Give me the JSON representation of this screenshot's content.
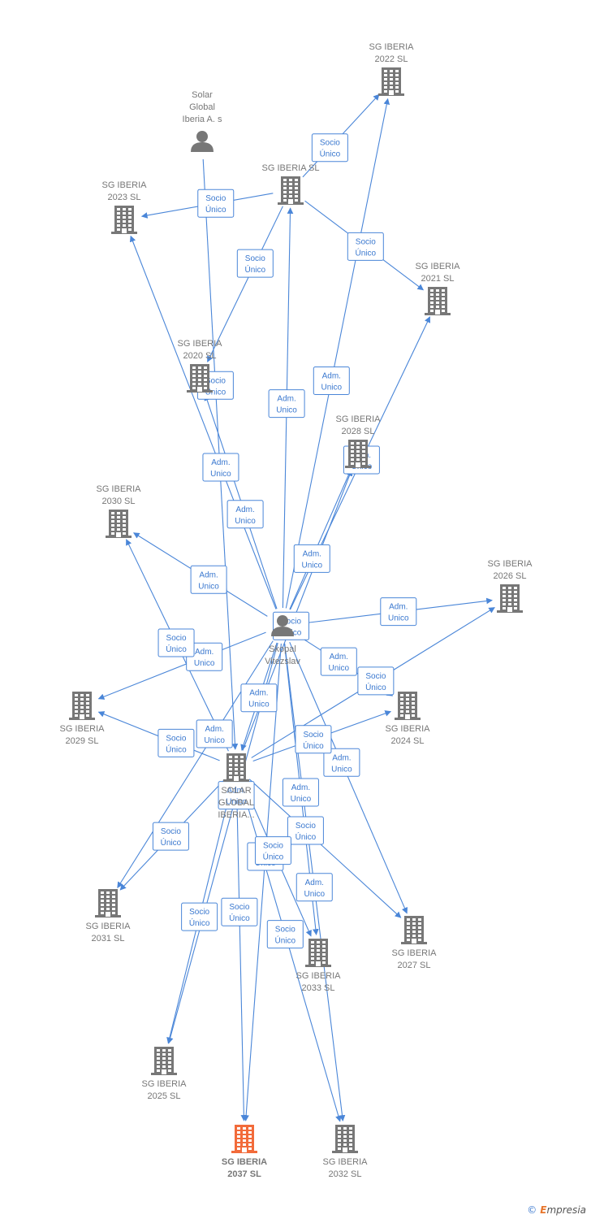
{
  "colors": {
    "building": "#777777",
    "highlight": "#f26b3a",
    "edge": "#4a86d8",
    "person": "#777777"
  },
  "footer": {
    "copyright": "©",
    "brand_initial": "E",
    "brand_rest": "mpresia"
  },
  "nodes": [
    {
      "id": "sg2022",
      "type": "company",
      "lines": [
        "SG IBERIA",
        "2022  SL"
      ]
    },
    {
      "id": "solarglobal_as",
      "type": "person",
      "lines": [
        "Solar",
        "Global",
        "Iberia A. s"
      ]
    },
    {
      "id": "sgiberia",
      "type": "company",
      "lines": [
        "SG IBERIA  SL"
      ]
    },
    {
      "id": "sg2023",
      "type": "company",
      "lines": [
        "SG IBERIA",
        "2023  SL"
      ]
    },
    {
      "id": "sg2021",
      "type": "company",
      "lines": [
        "SG IBERIA",
        "2021  SL"
      ]
    },
    {
      "id": "sg2020",
      "type": "company",
      "lines": [
        "SG IBERIA",
        "2020  SL"
      ]
    },
    {
      "id": "sg2028",
      "type": "company",
      "lines": [
        "SG IBERIA",
        "2028  SL"
      ]
    },
    {
      "id": "sg2030",
      "type": "company",
      "lines": [
        "SG IBERIA",
        "2030  SL"
      ]
    },
    {
      "id": "sg2026",
      "type": "company",
      "lines": [
        "SG IBERIA",
        "2026  SL"
      ]
    },
    {
      "id": "skopal",
      "type": "person",
      "lines": [
        "Skopal",
        "Vitezslav"
      ]
    },
    {
      "id": "sg2029",
      "type": "company",
      "lines": [
        "SG IBERIA",
        "2029  SL"
      ]
    },
    {
      "id": "sg2024",
      "type": "company",
      "lines": [
        "SG IBERIA",
        "2024  SL"
      ]
    },
    {
      "id": "solarglobal",
      "type": "company",
      "lines": [
        "SOLAR",
        "GLOBAL",
        "IBERIA..."
      ]
    },
    {
      "id": "sg2031",
      "type": "company",
      "lines": [
        "SG IBERIA",
        "2031  SL"
      ]
    },
    {
      "id": "sg2027",
      "type": "company",
      "lines": [
        "SG IBERIA",
        "2027  SL"
      ]
    },
    {
      "id": "sg2033",
      "type": "company",
      "lines": [
        "SG IBERIA",
        "2033  SL"
      ]
    },
    {
      "id": "sg2025",
      "type": "company",
      "lines": [
        "SG IBERIA",
        "2025  SL"
      ]
    },
    {
      "id": "sg2037",
      "type": "company",
      "highlight": true,
      "lines": [
        "SG IBERIA",
        "2037  SL"
      ]
    },
    {
      "id": "sg2032",
      "type": "company",
      "lines": [
        "SG IBERIA",
        "2032  SL"
      ]
    }
  ],
  "edges": [
    {
      "from": "sgiberia",
      "to": "sg2022",
      "label": [
        "Socio",
        "Único"
      ]
    },
    {
      "from": "sgiberia",
      "to": "sg2023",
      "label": [
        "Socio",
        "Único"
      ]
    },
    {
      "from": "sgiberia",
      "to": "sg2021",
      "label": [
        "Socio",
        "Único"
      ]
    },
    {
      "from": "sgiberia",
      "to": "sg2020",
      "label": [
        "Socio",
        "Único"
      ]
    },
    {
      "from": "skopal",
      "to": "sg2022",
      "label": [
        "Adm.",
        "Unico"
      ]
    },
    {
      "from": "skopal",
      "to": "sgiberia",
      "label": [
        "Adm.",
        "Unico"
      ]
    },
    {
      "from": "skopal",
      "to": "sg2023",
      "label": [
        "Adm.",
        "Unico"
      ]
    },
    {
      "from": "skopal",
      "to": "sg2020",
      "label": [
        "Adm.",
        "Unico"
      ]
    },
    {
      "from": "skopal",
      "to": "sg2021",
      "label": [
        "Adm.",
        "Unico"
      ]
    },
    {
      "from": "skopal",
      "to": "sg2028",
      "label": [
        "Adm.",
        "Unico"
      ]
    },
    {
      "from": "skopal",
      "to": "sg2030",
      "label": [
        "Adm.",
        "Unico"
      ]
    },
    {
      "from": "skopal",
      "to": "sg2026",
      "label": [
        "Adm.",
        "Unico"
      ]
    },
    {
      "from": "skopal",
      "to": "sg2029",
      "label": [
        "Adm.",
        "Unico"
      ]
    },
    {
      "from": "skopal",
      "to": "sg2024",
      "label": [
        "Adm.",
        "Unico"
      ]
    },
    {
      "from": "skopal",
      "to": "solarglobal",
      "label": [
        "Adm.",
        "Unico"
      ]
    },
    {
      "from": "skopal",
      "to": "sg2031",
      "label": [
        "Adm.",
        "Unico"
      ]
    },
    {
      "from": "skopal",
      "to": "sg2027",
      "label": [
        "Adm.",
        "Unico"
      ]
    },
    {
      "from": "skopal",
      "to": "sg2033",
      "label": [
        "Adm.",
        "Unico"
      ]
    },
    {
      "from": "skopal",
      "to": "sg2025",
      "label": [
        "Adm.",
        "Unico"
      ]
    },
    {
      "from": "skopal",
      "to": "sg2037",
      "label": [
        "Adm.",
        "Unico"
      ]
    },
    {
      "from": "skopal",
      "to": "sg2032",
      "label": [
        "Adm.",
        "Unico"
      ]
    },
    {
      "from": "solarglobal_as",
      "to": "solarglobal",
      "label": [
        "Socio",
        "Único"
      ]
    },
    {
      "from": "solarglobal",
      "to": "sg2028",
      "label": [
        "Socio",
        "Único"
      ]
    },
    {
      "from": "solarglobal",
      "to": "sg2030",
      "label": [
        "Socio",
        "Único"
      ]
    },
    {
      "from": "solarglobal",
      "to": "sg2029",
      "label": [
        "Socio",
        "Único"
      ]
    },
    {
      "from": "solarglobal",
      "to": "sg2024",
      "label": [
        "Socio",
        "Único"
      ]
    },
    {
      "from": "solarglobal",
      "to": "sg2031",
      "label": [
        "Socio",
        "Único"
      ]
    },
    {
      "from": "solarglobal",
      "to": "sg2027",
      "label": [
        "Socio",
        "Único"
      ]
    },
    {
      "from": "solarglobal",
      "to": "sg2033",
      "label": [
        "Socio",
        "Único"
      ]
    },
    {
      "from": "solarglobal",
      "to": "sg2025",
      "label": [
        "Socio",
        "Único"
      ]
    },
    {
      "from": "solarglobal",
      "to": "sg2037",
      "label": [
        "Socio",
        "Único"
      ]
    },
    {
      "from": "solarglobal",
      "to": "sg2032",
      "label": [
        "Socio",
        "Único"
      ]
    },
    {
      "from": "solarglobal",
      "to": "sg2026",
      "label": [
        "Socio",
        "Único"
      ]
    }
  ]
}
